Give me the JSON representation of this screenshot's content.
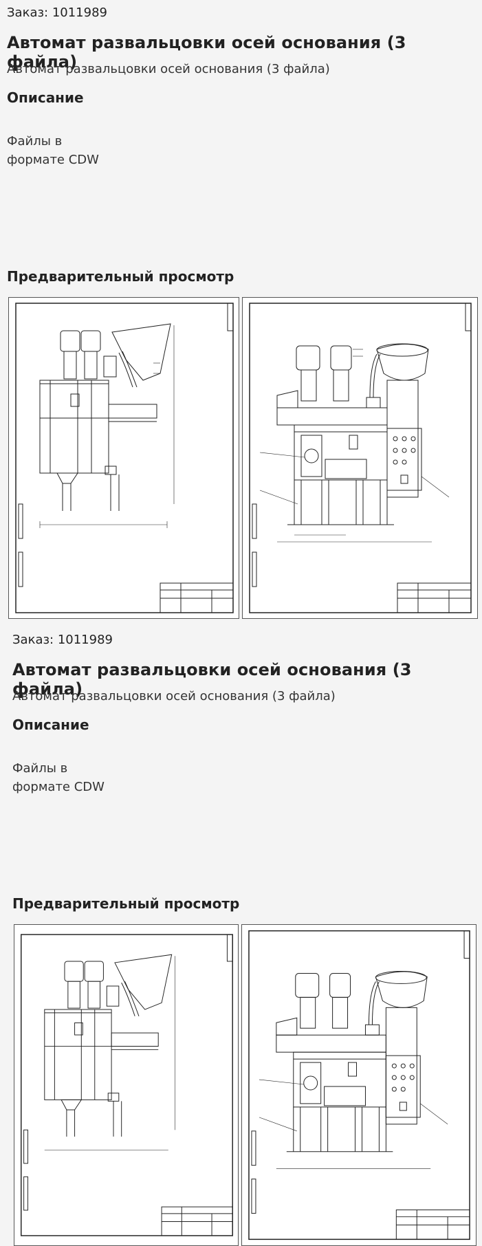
{
  "blocks": [
    {
      "order_label": "Заказ: 1011989",
      "title": "Автомат развальцовки осей основания (3 файла)",
      "subtitle": "Автомат развальцовки осей основания (3 файла)",
      "description_heading": "Описание",
      "description_line1": "Файлы в",
      "description_line2": "формате CDW",
      "preview_heading": "Предварительный просмотр"
    },
    {
      "order_label": "Заказ: 1011989",
      "title": "Автомат развальцовки осей основания (3 файла)",
      "subtitle": "Автомат развальцовки осей основания (3 файла)",
      "description_heading": "Описание",
      "description_line1": "Файлы в",
      "description_line2": "формате CDW",
      "preview_heading": "Предварительный просмотр"
    }
  ],
  "preview_images": [
    {
      "icon": "technical-drawing-side-view"
    },
    {
      "icon": "technical-drawing-front-view"
    }
  ]
}
